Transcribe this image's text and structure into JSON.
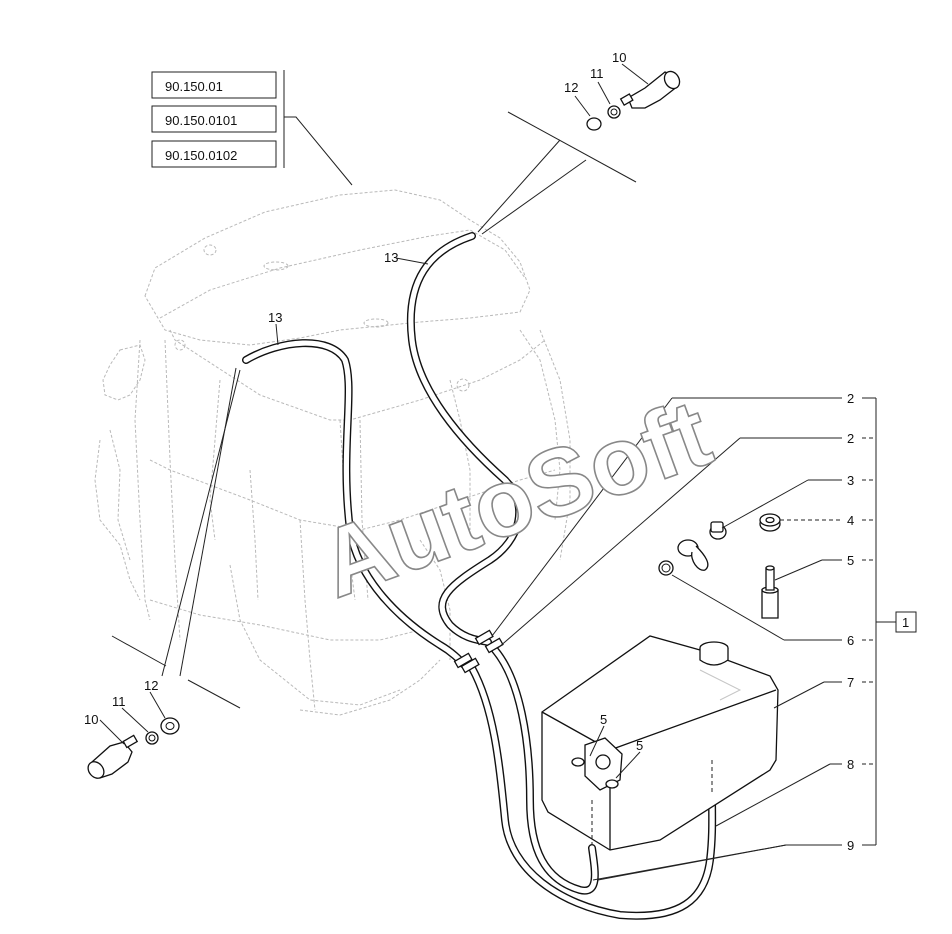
{
  "ref_codes": [
    "90.150.01",
    "90.150.0101",
    "90.150.0102"
  ],
  "group_label": "1",
  "watermark": "AutoSoft",
  "callouts": {
    "c2a": "2",
    "c2b": "2",
    "c3": "3",
    "c4": "4",
    "c5": "5",
    "c6": "6",
    "c7": "7",
    "c8": "8",
    "c9": "9",
    "c10_top": "10",
    "c11_top": "11",
    "c12_top": "12",
    "c13_top": "13",
    "c13_left": "13",
    "c10_left": "10",
    "c11_left": "11",
    "c12_left": "12",
    "c5_tank_a": "5",
    "c5_tank_b": "5"
  }
}
